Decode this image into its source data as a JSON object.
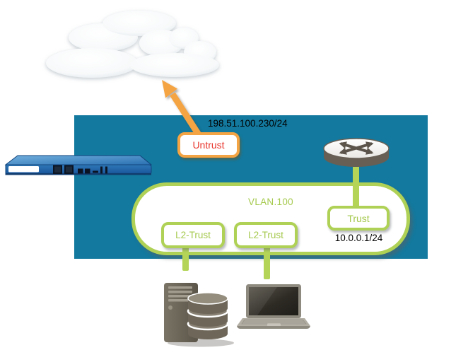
{
  "diagram": {
    "type": "network-security-topology",
    "zones": {
      "untrust_ip": "198.51.100.230/24",
      "untrust_label": "Untrust",
      "vlan_label": "VLAN.100",
      "trust_label": "Trust",
      "trust_ip": "10.0.0.1/24",
      "l2_trust_label_1": "L2-Trust",
      "l2_trust_label_2": "L2-Trust"
    },
    "colors": {
      "zone_background_teal": "#13799e",
      "vlan_green": "#afd155",
      "link_orange": "#f4a443",
      "untrust_text_red": "#e8362d",
      "ip_text_black": "#000000",
      "firewall_blue": "#2b74b4",
      "device_taupe": "#6b6459"
    },
    "nodes": [
      {
        "name": "internet-cloud",
        "kind": "cloud"
      },
      {
        "name": "firewall-appliance",
        "kind": "firewall"
      },
      {
        "name": "router",
        "kind": "router"
      },
      {
        "name": "server-database",
        "kind": "server"
      },
      {
        "name": "laptop",
        "kind": "laptop"
      }
    ]
  }
}
